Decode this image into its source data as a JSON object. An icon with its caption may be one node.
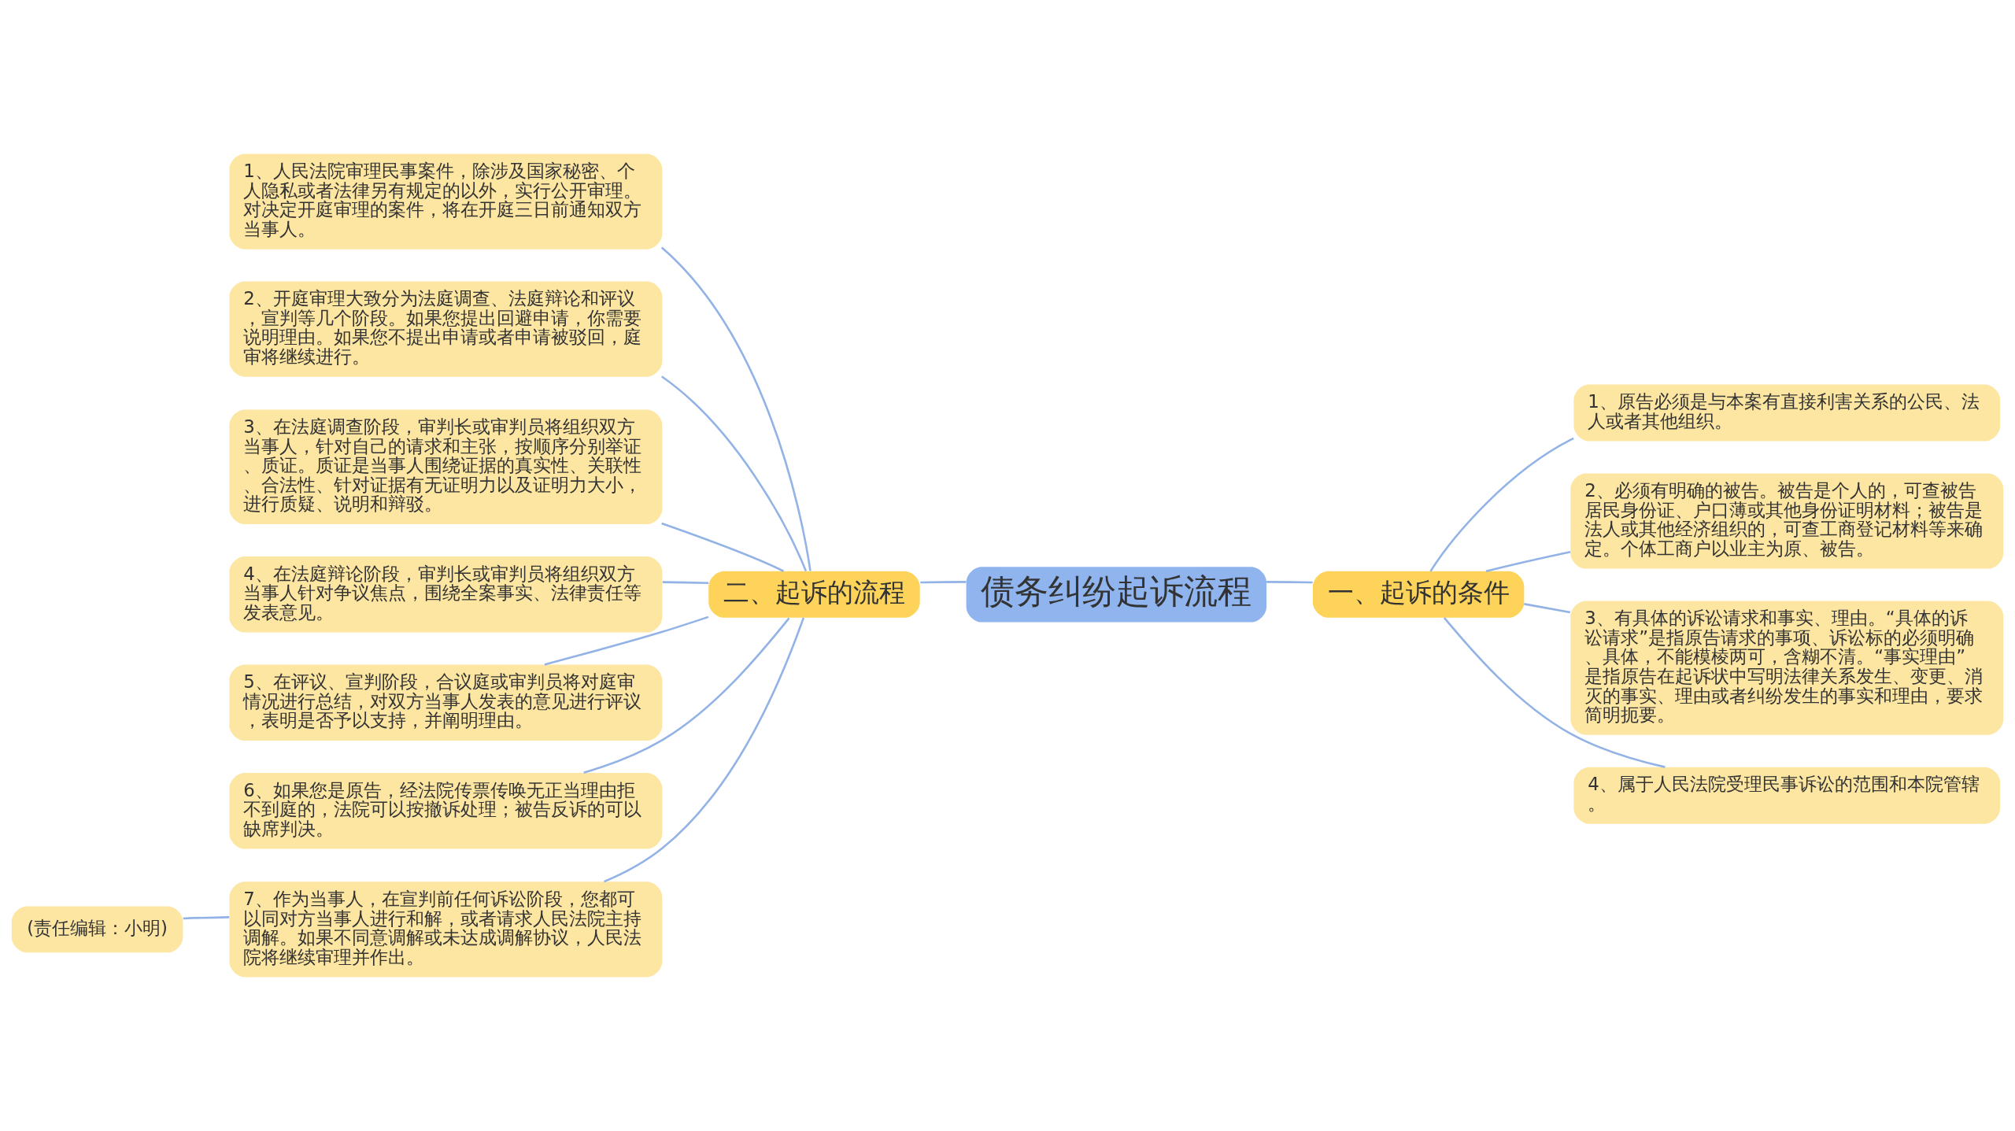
{
  "diagram": {
    "nodes": [
      {
        "text": [
          "债务纠纷起诉流程"
        ]
      },
      {
        "text": [
          "一、起诉的条件"
        ]
      },
      {
        "text": [
          "1、原告必须是与本案有直接利害关系的公民、法人或者其他组织。"
        ]
      },
      {
        "text": [
          "2、必须有明确的被告。被告是个人的，可查被告居民身份证、户口薄或其他身份证明材料；被告是法人或其他经济组织的，可查工商登记材料等来确定。个体工商户以业主为原、被告。"
        ]
      },
      {
        "text": [
          "3、有具体的诉讼请求和事实、理由。“具体的诉讼请求”是指原告请求的事项、诉讼标的必须明确、具体，不能模棱两可，含糊不清。“事实理由”是指原告在起诉状中写明法律关系发生、变更、消灭的事实、理由或者纠纷发生的事实和理由，要求简明扼要。"
        ]
      },
      {
        "text": [
          "4、属于人民法院受理民事诉讼的范围和本院管辖。"
        ]
      },
      {
        "text": [
          "二、起诉的流程"
        ]
      },
      {
        "text": [
          "1、人民法院审理民事案件，除涉及国家秘密、个人隐私或者法律另有规定的以外，实行公开审理。对决定开庭审理的案件，将在开庭三日前通知双方当事人。"
        ]
      },
      {
        "text": [
          "2、开庭审理大致分为法庭调查、法庭辩论和评议，宣判等几个阶段。如果您提出回避申请，你需要说明理由。如果您不提出申请或者申请被驳回，庭审将继续进行。"
        ]
      },
      {
        "text": [
          "3、在法庭调查阶段，审判长或审判员将组织双方当事人，针对自己的请求和主张，按顺序分别举证、质证。质证是当事人围绕证据的真实性、关联性、合法性、针对证据有无证明力以及证明力大小，进行质疑、说明和辩驳。"
        ]
      },
      {
        "text": [
          "4、在法庭辩论阶段，审判长或审判员将组织双方当事人针对争议焦点，围绕全案事实、法律责任等发表意见。"
        ]
      },
      {
        "text": [
          "5、在评议、宣判阶段，合议庭或审判员将对庭审情况进行总结，对双方当事人发表的意见进行评议，表明是否予以支持，并阐明理由。"
        ]
      },
      {
        "text": [
          "6、如果您是原告，经法院传票传唤无正当理由拒不到庭的，法院可以按撤诉处理；被告反诉的可以缺席判决。"
        ]
      },
      {
        "text": [
          "7、作为当事人，在宣判前任何诉讼阶段，您都可以同对方当事人进行和解，或者请求人民法院主持调解。如果不同意调解或未达成调解协议，人民法院将继续审理并作出。"
        ]
      },
      {
        "text": [
          "(责任编辑：小明)"
        ]
      }
    ],
    "edges": [
      {
        "from": 0,
        "to": 1,
        "arrow": "none"
      },
      {
        "from": 1,
        "to": 2,
        "arrow": "none"
      },
      {
        "from": 1,
        "to": 3,
        "arrow": "none"
      },
      {
        "from": 1,
        "to": 4,
        "arrow": "none"
      },
      {
        "from": 1,
        "to": 5,
        "arrow": "none"
      },
      {
        "from": 0,
        "to": 6,
        "arrow": "none"
      },
      {
        "from": 6,
        "to": 7,
        "arrow": "none"
      },
      {
        "from": 6,
        "to": 8,
        "arrow": "none"
      },
      {
        "from": 6,
        "to": 9,
        "arrow": "none"
      },
      {
        "from": 6,
        "to": 10,
        "arrow": "none"
      },
      {
        "from": 6,
        "to": 11,
        "arrow": "none"
      },
      {
        "from": 6,
        "to": 12,
        "arrow": "none"
      },
      {
        "from": 6,
        "to": 13,
        "arrow": "none"
      },
      {
        "from": 13,
        "to": 14,
        "arrow": "none"
      }
    ]
  }
}
